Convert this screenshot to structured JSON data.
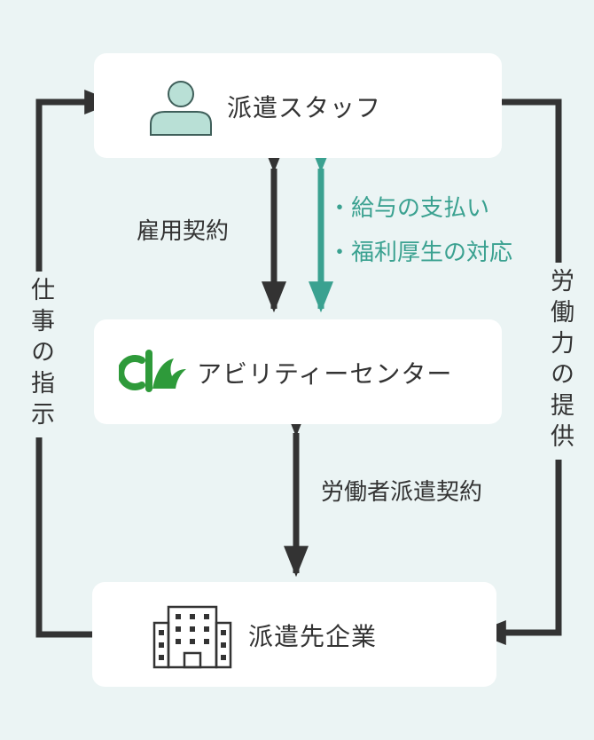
{
  "nodes": {
    "staff": "派遣スタッフ",
    "center": "アビリティーセンター",
    "client": "派遣先企業"
  },
  "edges": {
    "employment_contract": "雇用契約",
    "salary_payment": "・給与の支払い",
    "welfare": "・福利厚生の対応",
    "dispatch_contract": "労働者派遣契約",
    "labor_provision": "労働力の提供",
    "work_instruction": "仕事の指示"
  },
  "colors": {
    "background": "#ebf4f4",
    "box": "#ffffff",
    "arrow_dark": "#333333",
    "arrow_teal": "#3aa190",
    "logo_green": "#2e9a3a",
    "person_fill": "#b9e0d6"
  },
  "icons": {
    "staff": "person-icon",
    "center": "ability-center-logo",
    "client": "building-icon"
  }
}
